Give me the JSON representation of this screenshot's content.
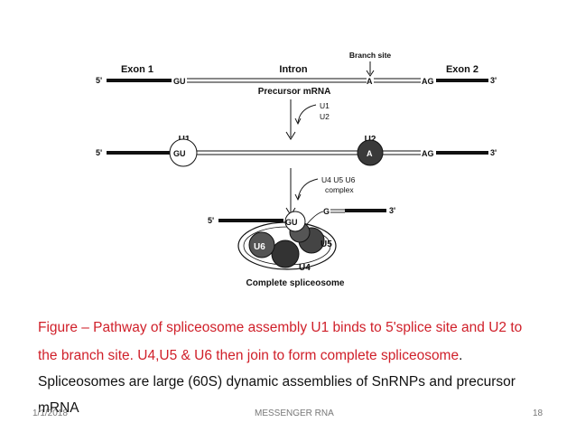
{
  "diagram": {
    "branch_site": "Branch site",
    "exon1": "Exon 1",
    "intron": "Intron",
    "exon2": "Exon 2",
    "five_prime": "5'",
    "three_prime": "3'",
    "gu": "GU",
    "a": "A",
    "ag": "AG",
    "g": "G",
    "precursor": "Precursor mRNA",
    "u1_arrow": "U1",
    "u2_arrow": "U2",
    "u1": "U1",
    "u2": "U2",
    "u456_line1": "U4 U5 U6",
    "u456_line2": "complex",
    "u6": "U6",
    "u5": "U5",
    "u4": "U4",
    "complete": "Complete spliceosome"
  },
  "caption": {
    "line1": "Figure – Pathway of spliceosome  assembly  U1 binds to 5'splice site  and U2 to",
    "line2a": "the branch site. U4,U5 & U6 then join to form complete spliceosome",
    "line2b": ".",
    "line3": "Spliceosomes are large (60S) dynamic assemblies of SnRNPs and precursor",
    "line4": "mRNA"
  },
  "footer": {
    "date": "1/1/2018",
    "title": "MESSENGER RNA",
    "page": "18"
  },
  "colors": {
    "caption_red": "#d0202a",
    "ink": "#111111",
    "footer_gray": "#777777"
  }
}
